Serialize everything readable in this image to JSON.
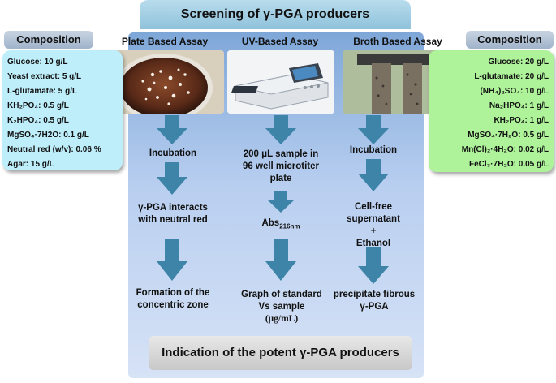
{
  "title": "Screening of γ-PGA producers",
  "footer": "Indication of the potent γ-PGA producers",
  "assays": {
    "plate": "Plate Based Assay",
    "uv": "UV-Based Assay",
    "broth": "Broth Based Assay"
  },
  "left_composition": {
    "title": "Composition",
    "lines": [
      "Glucose: 10 g/L",
      "Yeast extract: 5 g/L",
      "L-glutamate: 5 g/L",
      "KH₂PO₄: 0.5 g/L",
      "K₂HPO₄: 0.5 g/L",
      "MgSO₄·7H2O: 0.1 g/L",
      "Neutral red (w/v): 0.06 %",
      "Agar: 15 g/L"
    ]
  },
  "right_composition": {
    "title": "Composition",
    "lines": [
      "Glucose: 20 g/L",
      "L-glutamate: 20 g/L",
      "(NH₄)₂SO₄: 10 g/L",
      "Na₂HPO₄: 1 g/L",
      "KH₂PO₄: 1 g/L",
      "MgSO₄·7H₂O: 0.5 g/L",
      "Mn(Cl)₂·4H₂O: 0.02 g/L",
      "FeCl₃·7H₂O: 0.05 g/L"
    ]
  },
  "plate_steps": {
    "s1": "Incubation",
    "s2a": "γ-PGA  interacts",
    "s2b": "with neutral red",
    "s3a": "Formation of the",
    "s3b": "concentric zone"
  },
  "uv_steps": {
    "s1a": "200 μL sample in",
    "s1b": "96 well microtiter",
    "s1c": "plate",
    "abs": "Abs",
    "abs_sub": "216nm",
    "s3a": "Graph of standard",
    "s3b": "Vs sample",
    "s3c": "(μg/mL)"
  },
  "broth_steps": {
    "s1": "Incubation",
    "s2a": "Cell-free",
    "s2b": "supernatant",
    "s2c": "+",
    "s2d": "Ethanol",
    "s3a": "precipitate fibrous",
    "s3b": "γ-PGA"
  },
  "colors": {
    "arrow": "#3d84a8",
    "left_box": "#bfeefb",
    "right_box": "#aef29a"
  }
}
